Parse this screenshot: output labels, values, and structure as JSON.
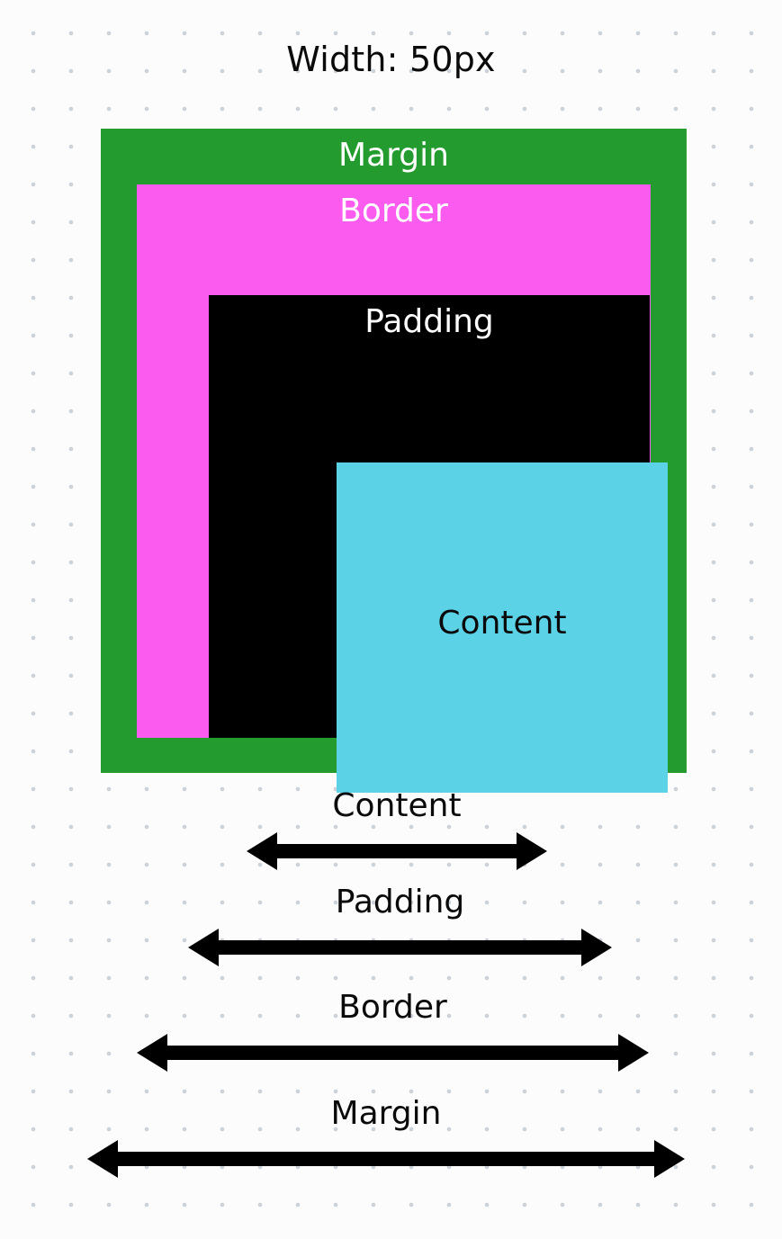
{
  "page": {
    "title": "Width: 50px",
    "background_color": "#fcfcfc",
    "dot_color": "#ccd2da"
  },
  "box_model": {
    "layers": [
      {
        "name": "margin",
        "label": "Margin",
        "color": "#239b2e",
        "text_color": "#ffffff"
      },
      {
        "name": "border",
        "label": "Border",
        "color": "#fb5bee",
        "text_color": "#ffffff"
      },
      {
        "name": "padding",
        "label": "Padding",
        "color": "#000000",
        "text_color": "#ffffff"
      },
      {
        "name": "content",
        "label": "Content",
        "color": "#5cd2e6",
        "text_color": "#0a0a0a"
      }
    ]
  },
  "measurements": [
    {
      "name": "content",
      "label": "Content"
    },
    {
      "name": "padding",
      "label": "Padding"
    },
    {
      "name": "border",
      "label": "Border"
    },
    {
      "name": "margin",
      "label": "Margin"
    }
  ]
}
